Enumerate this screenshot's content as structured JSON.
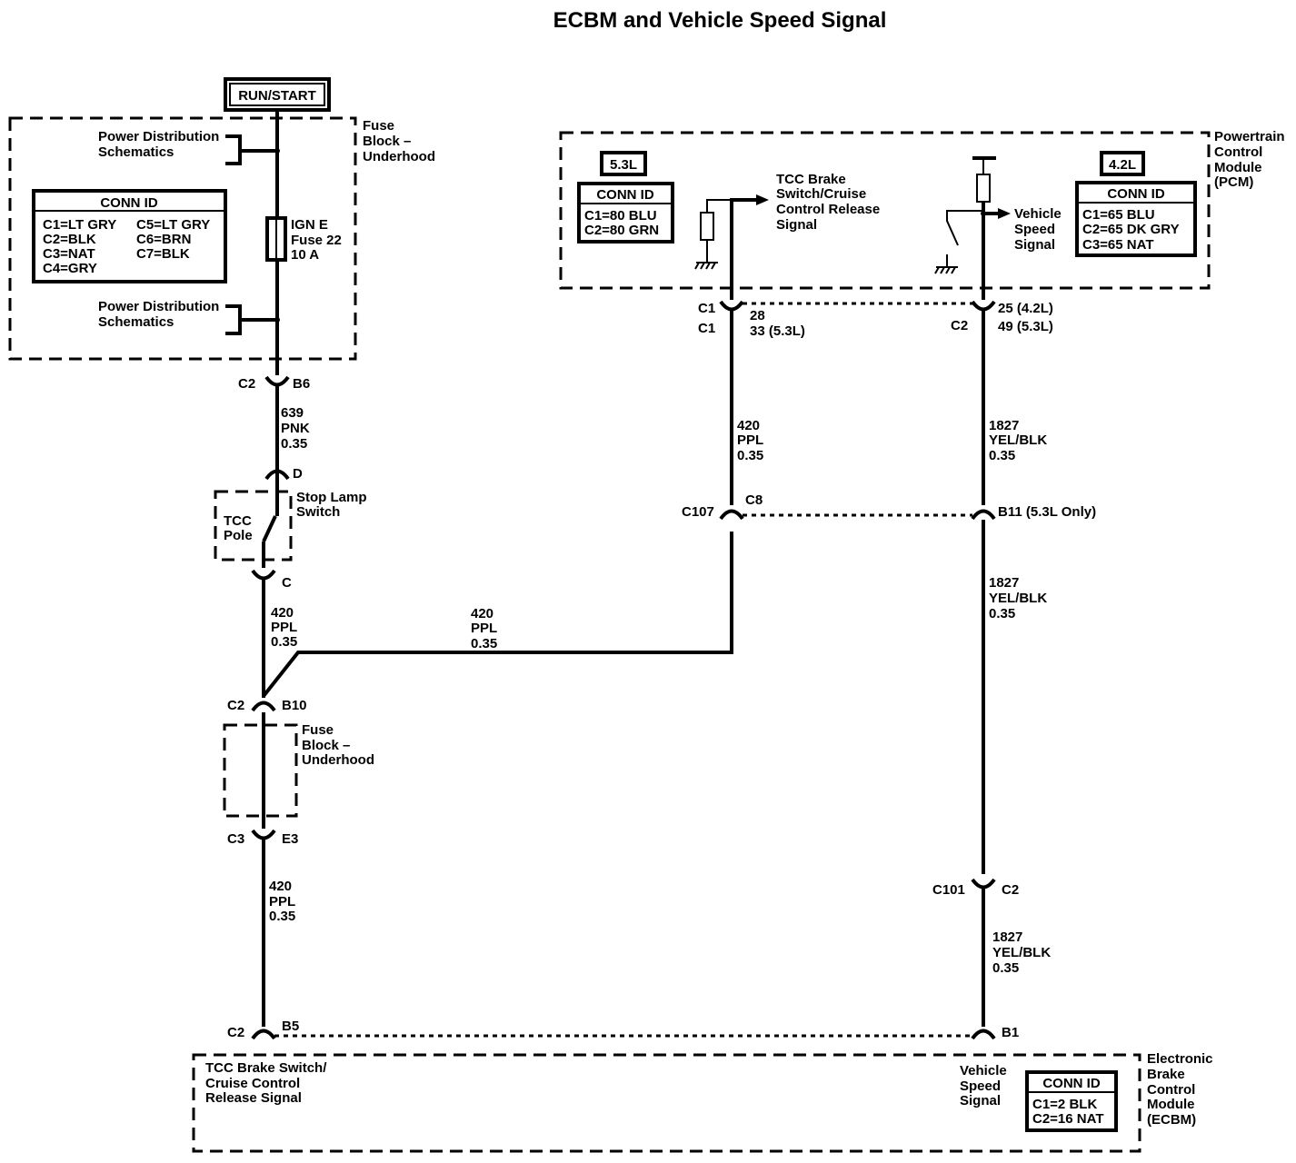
{
  "title": "ECBM and Vehicle Speed Signal",
  "power": {
    "source": "RUN/START"
  },
  "fuse_block_top": {
    "name": [
      "Fuse",
      "Block –",
      "Underhood"
    ],
    "pds_top": [
      "Power Distribution",
      "Schematics"
    ],
    "pds_bottom": [
      "Power Distribution",
      "Schematics"
    ],
    "conn_id": {
      "header": "CONN ID",
      "left": [
        "C1=LT GRY",
        "C2=BLK",
        "C3=NAT",
        "C4=GRY"
      ],
      "right": [
        "C5=LT GRY",
        "C6=BRN",
        "C7=BLK"
      ]
    },
    "fuse": [
      "IGN E",
      "Fuse 22",
      "10 A"
    ]
  },
  "pcm": {
    "name": [
      "Powertrain",
      "Control",
      "Module",
      "(PCM)"
    ],
    "variant_left": "5.3L",
    "conn_left": {
      "header": "CONN ID",
      "rows": [
        "C1=80 BLU",
        "C2=80 GRN"
      ]
    },
    "variant_right": "4.2L",
    "conn_right": {
      "header": "CONN ID",
      "rows": [
        "C1=65 BLU",
        "C2=65 DK GRY",
        "C3=65 NAT"
      ]
    },
    "tcc_signal": [
      "TCC Brake",
      "Switch/Cruise",
      "Control Release",
      "Signal"
    ],
    "vss_signal": [
      "Vehicle",
      "Speed",
      "Signal"
    ],
    "pin_left": {
      "conn_a": "C1",
      "conn_b": "C1",
      "pin_a": "28",
      "pin_b": "33 (5.3L)"
    },
    "pin_right": {
      "conn": "C2",
      "pin_a": "25 (4.2L)",
      "pin_b": "49 (5.3L)"
    }
  },
  "connectors": {
    "c2_b6": {
      "conn": "C2",
      "pin": "B6"
    },
    "d": "D",
    "c": "C",
    "c2_b10": {
      "conn": "C2",
      "pin": "B10"
    },
    "c3_e3": {
      "conn": "C3",
      "pin": "E3"
    },
    "c2_b5": {
      "conn": "C2",
      "pin": "B5"
    },
    "c107": {
      "conn": "C107",
      "pin": "C8"
    },
    "b11": "B11 (5.3L Only)",
    "c101": {
      "conn": "C101",
      "pin": "C2"
    },
    "b1": "B1"
  },
  "wires": {
    "w639": [
      "639",
      "PNK",
      "0.35"
    ],
    "w420a": [
      "420",
      "PPL",
      "0.35"
    ],
    "w420b": [
      "420",
      "PPL",
      "0.35"
    ],
    "w420c": [
      "420",
      "PPL",
      "0.35"
    ],
    "w420d": [
      "420",
      "PPL",
      "0.35"
    ],
    "w1827a": [
      "1827",
      "YEL/BLK",
      "0.35"
    ],
    "w1827b": [
      "1827",
      "YEL/BLK",
      "0.35"
    ],
    "w1827c": [
      "1827",
      "YEL/BLK",
      "0.35"
    ]
  },
  "stop_lamp_switch": {
    "name": [
      "Stop Lamp",
      "Switch"
    ],
    "pole": [
      "TCC",
      "Pole"
    ]
  },
  "fuse_block_mid": {
    "name": [
      "Fuse",
      "Block –",
      "Underhood"
    ]
  },
  "ecbm": {
    "name": [
      "Electronic",
      "Brake",
      "Control",
      "Module",
      "(ECBM)"
    ],
    "tcc_signal": [
      "TCC Brake Switch/",
      "Cruise Control",
      "Release Signal"
    ],
    "vss_signal": [
      "Vehicle",
      "Speed",
      "Signal"
    ],
    "conn_id": {
      "header": "CONN ID",
      "rows": [
        "C1=2 BLK",
        "C2=16 NAT"
      ]
    }
  }
}
